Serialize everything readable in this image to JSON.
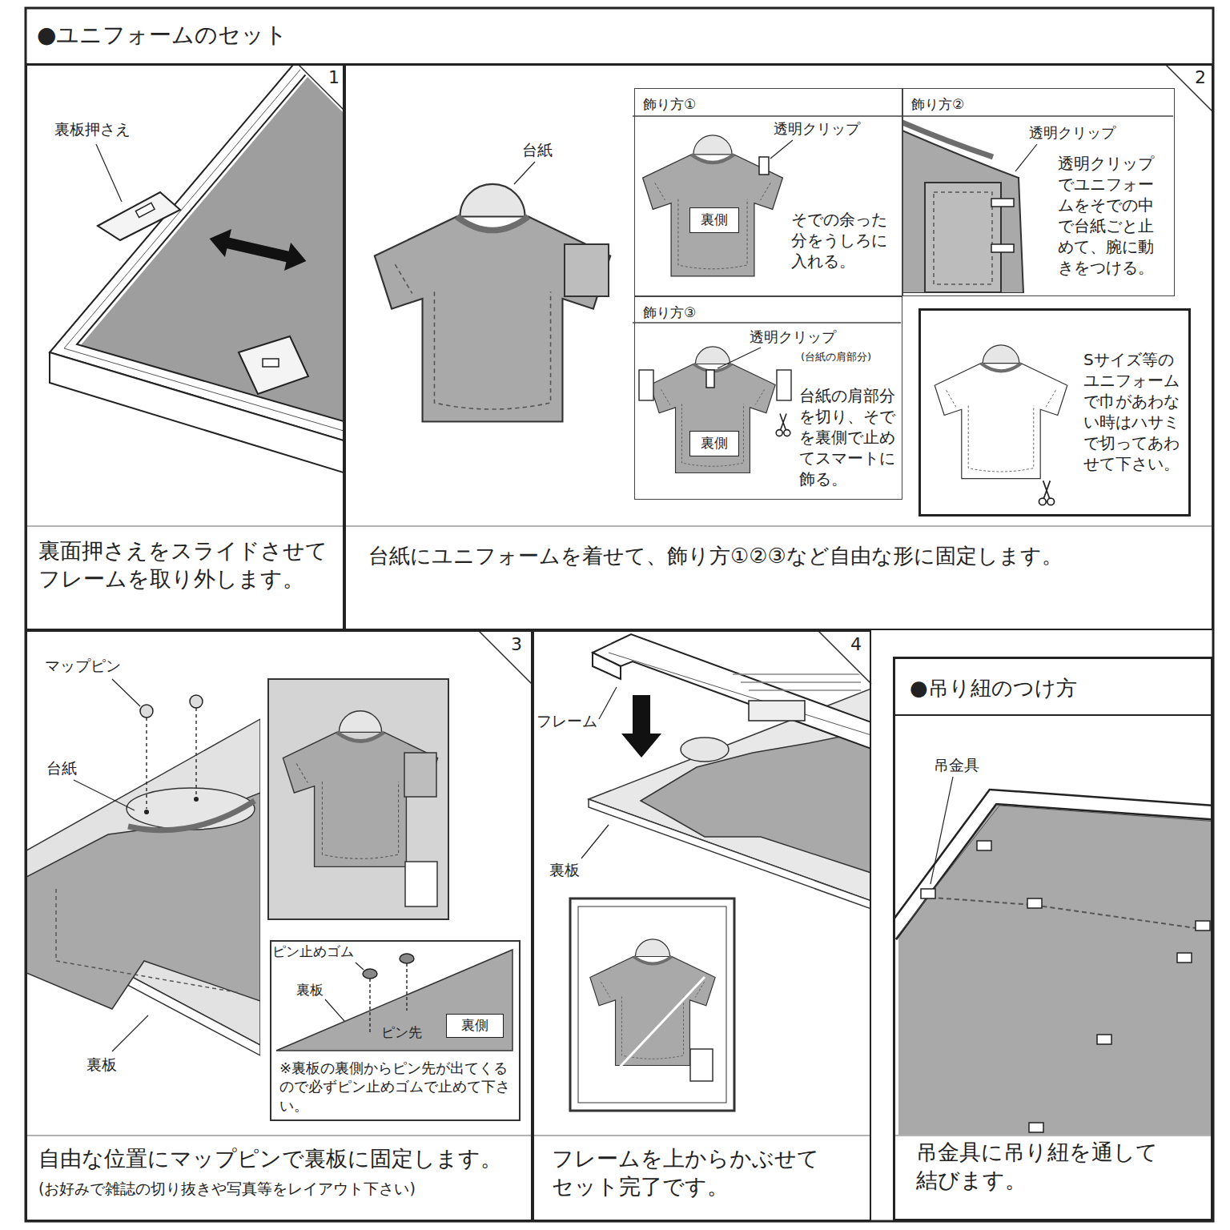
{
  "diagram": {
    "title": "●ユニフォームのセット",
    "nodes": [
      {
        "text": [
          "裏面押さえをスライドさせてフレームを取り外します。"
        ]
      },
      {
        "text": [
          "台紙にユニフォームを着せて、飾り方①②③など自由な形に固定します。"
        ]
      },
      {
        "text": [
          "飾り方①",
          "そでの余った分をうしろに入れる。"
        ],
        "in": 1
      },
      {
        "text": [
          "裏側"
        ],
        "in": 2
      },
      {
        "text": [
          "飾り方②",
          "透明クリップでユニフォームをそでの中で台紙ごと止めて、腕に動きをつける。"
        ],
        "in": 1
      },
      {
        "text": [
          "飾り方③",
          "台紙の肩部分を切り、そでを裏側で止めてスマートに飾る。"
        ],
        "in": 1
      },
      {
        "text": [
          "裏側"
        ],
        "in": 5
      },
      {
        "text": [
          "Sサイズ等のユニフォームで巾があわない時はハサミで切ってあわせて下さい。"
        ],
        "in": 1
      },
      {
        "text": [
          "自由な位置にマップピンで裏板に固定します。",
          "(お好みで雑誌の切り抜きや写真等をレイアウト下さい)"
        ]
      },
      {
        "text": [
          "※裏板の裏側からピン先が出てくるので必ずピン止めゴムで止めて下さい。"
        ],
        "in": 8
      },
      {
        "text": [
          "裏側"
        ],
        "in": 9
      },
      {
        "text": [
          "フレームを上からかぶせてセット完了です。"
        ]
      },
      {
        "text": [
          "●吊り紐のつけ方",
          "吊金具に吊り紐を通して結びます。"
        ]
      }
    ],
    "labels": [
      "1",
      "裏板押さえ",
      "2",
      "台紙",
      "透明クリップ",
      "透明クリップ",
      "透明クリップ",
      "(台紙の肩部分)",
      "3",
      "マップピン",
      "台紙",
      "裏板",
      "ピン止めゴム",
      "裏板",
      "ピン先",
      "4",
      "フレーム",
      "裏板",
      "吊金具"
    ]
  }
}
